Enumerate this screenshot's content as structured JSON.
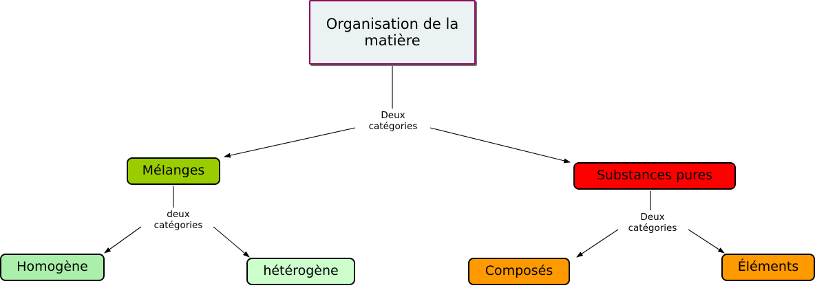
{
  "diagram": {
    "title": "Organisation de la matière",
    "type": "concept-map",
    "nodes": [
      {
        "id": "root",
        "label": "Organisation de la\nmatière",
        "fill": "#eaf2f3",
        "stroke": "#8e0b5b"
      },
      {
        "id": "melanges",
        "label": "Mélanges",
        "fill": "#9acd00",
        "stroke": "#000000"
      },
      {
        "id": "substances",
        "label": "Substances pures",
        "fill": "#ff0000",
        "stroke": "#000000"
      },
      {
        "id": "homogene",
        "label": "Homogène",
        "fill": "#aaf0aa",
        "stroke": "#000000"
      },
      {
        "id": "heterogene",
        "label": "hétérogène",
        "fill": "#ccffcc",
        "stroke": "#000000"
      },
      {
        "id": "composes",
        "label": "Composés",
        "fill": "#ff9900",
        "stroke": "#000000"
      },
      {
        "id": "elements",
        "label": "Éléments",
        "fill": "#ff9900",
        "stroke": "#000000"
      }
    ],
    "edge_labels": [
      {
        "id": "root-split",
        "label": "Deux\ncatégories"
      },
      {
        "id": "melanges-split",
        "label": "deux\ncatégories"
      },
      {
        "id": "substances-split",
        "label": "Deux\ncatégories"
      }
    ]
  }
}
